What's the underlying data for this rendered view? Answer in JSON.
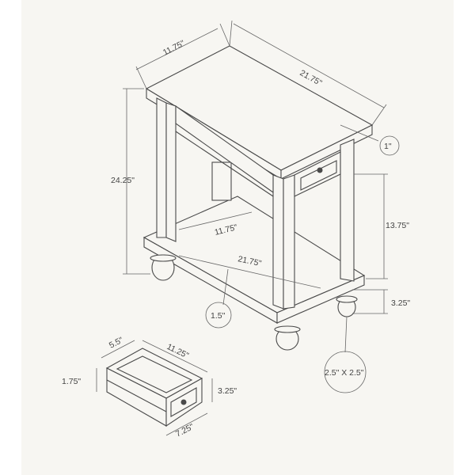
{
  "dimensions": {
    "top_depth": "11.75\"",
    "top_width": "21.75\"",
    "height": "24.25\"",
    "top_thickness": "1\"",
    "shelf_clearance": "13.75\"",
    "shelf_depth": "11.75\"",
    "shelf_width": "21.75\"",
    "foot_height": "3.25\"",
    "shelf_thickness": "1.5\"",
    "leg_size": "2.5\" X 2.5\""
  },
  "drawer": {
    "depth": "5.5\"",
    "width": "11.25\"",
    "height": "1.75\"",
    "front_height": "3.25\"",
    "front_width": "7.25\""
  },
  "colors": {
    "background": "#f7f6f2",
    "line": "#4a4a4a"
  }
}
